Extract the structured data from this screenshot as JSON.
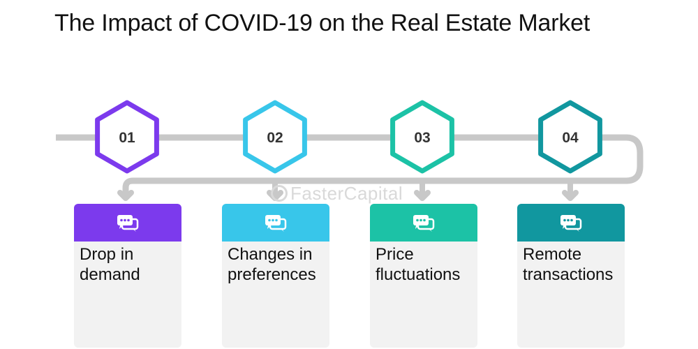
{
  "title": "The Impact of COVID-19 on the Real Estate Market",
  "watermark": "FasterCapital",
  "steps": [
    {
      "number": "01",
      "label": "Drop in\ndemand",
      "color": "#7c3aed",
      "icon": "chat-icon"
    },
    {
      "number": "02",
      "label": "Changes in\npreferences",
      "color": "#38c6ea",
      "icon": "chat-icon"
    },
    {
      "number": "03",
      "label": "Price\nfluctuations",
      "color": "#1cc2a6",
      "icon": "chat-icon"
    },
    {
      "number": "04",
      "label": "Remote\ntransactions",
      "color": "#11979f",
      "icon": "chat-icon"
    }
  ],
  "connector_color": "#c8c8c8"
}
